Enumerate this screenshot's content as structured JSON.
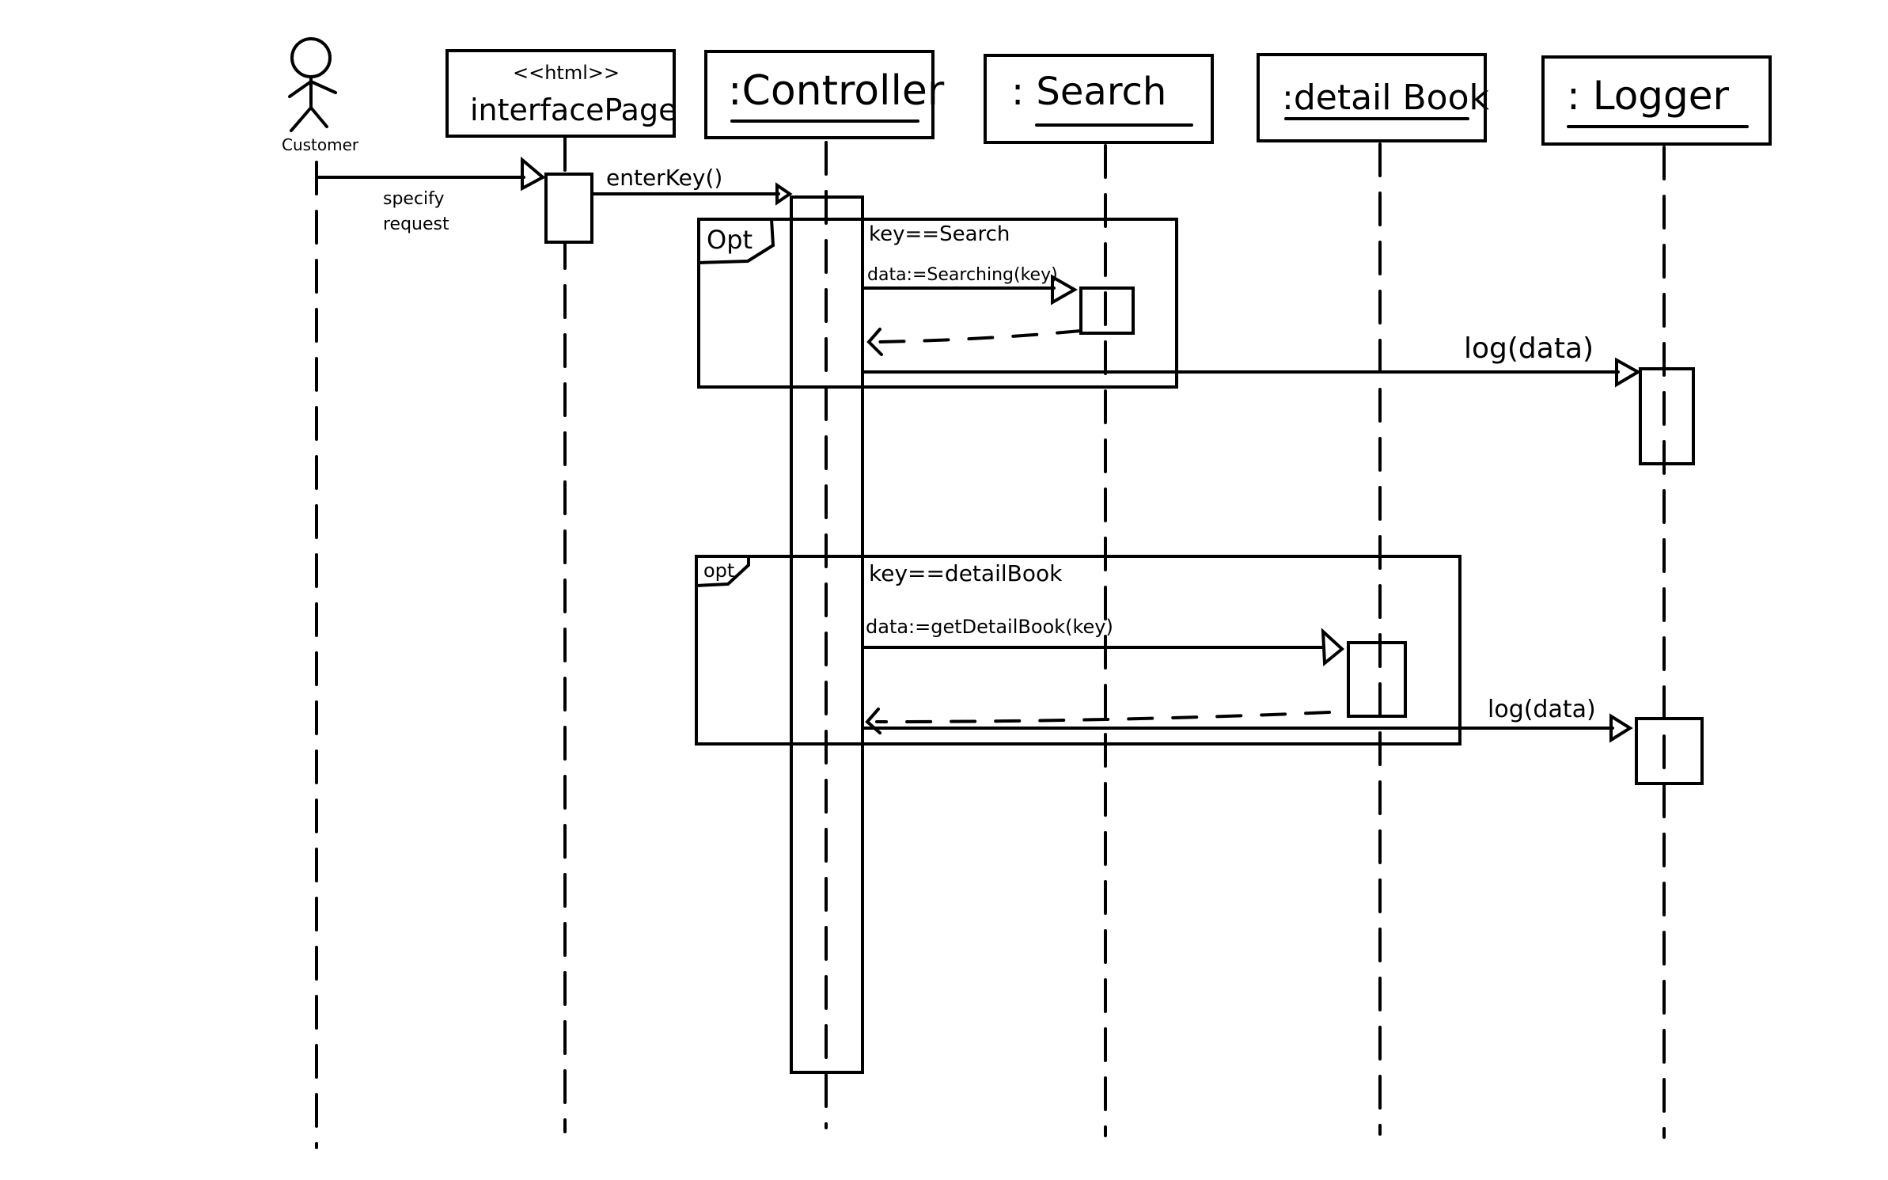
{
  "diagram": {
    "type": "UML sequence diagram",
    "actor": {
      "label": "Customer"
    },
    "lifelines": [
      {
        "id": "interfacePage",
        "stereotype": "<<html>>",
        "label": "interfacePage"
      },
      {
        "id": "controller",
        "label": ":Controller"
      },
      {
        "id": "search",
        "label": ": Search"
      },
      {
        "id": "detailBook",
        "label": ":detail Book"
      },
      {
        "id": "logger",
        "label": ": Logger"
      }
    ],
    "messages": [
      {
        "id": "m1",
        "label_line1": "specify",
        "label_line2": "request",
        "from": "Customer",
        "to": "interfacePage",
        "kind": "sync"
      },
      {
        "id": "m2",
        "label": "enterKey()",
        "from": "interfacePage",
        "to": "controller",
        "kind": "sync"
      },
      {
        "id": "m3",
        "label": "data:=Searching(key)",
        "from": "controller",
        "to": "search",
        "kind": "sync"
      },
      {
        "id": "m4",
        "label": "",
        "from": "search",
        "to": "controller",
        "kind": "return"
      },
      {
        "id": "m5",
        "label": "log(data)",
        "from": "controller",
        "to": "logger",
        "kind": "sync"
      },
      {
        "id": "m6",
        "label": "data:=getDetailBook(key)",
        "from": "controller",
        "to": "detailBook",
        "kind": "sync"
      },
      {
        "id": "m7",
        "label": "",
        "from": "detailBook",
        "to": "controller",
        "kind": "return"
      },
      {
        "id": "m8",
        "label": "log(data)",
        "from": "controller",
        "to": "logger",
        "kind": "sync"
      }
    ],
    "fragments": [
      {
        "id": "f1",
        "operator": "Opt",
        "guard": "key==Search"
      },
      {
        "id": "f2",
        "operator": "opt",
        "guard": "key==detailBook"
      }
    ]
  }
}
